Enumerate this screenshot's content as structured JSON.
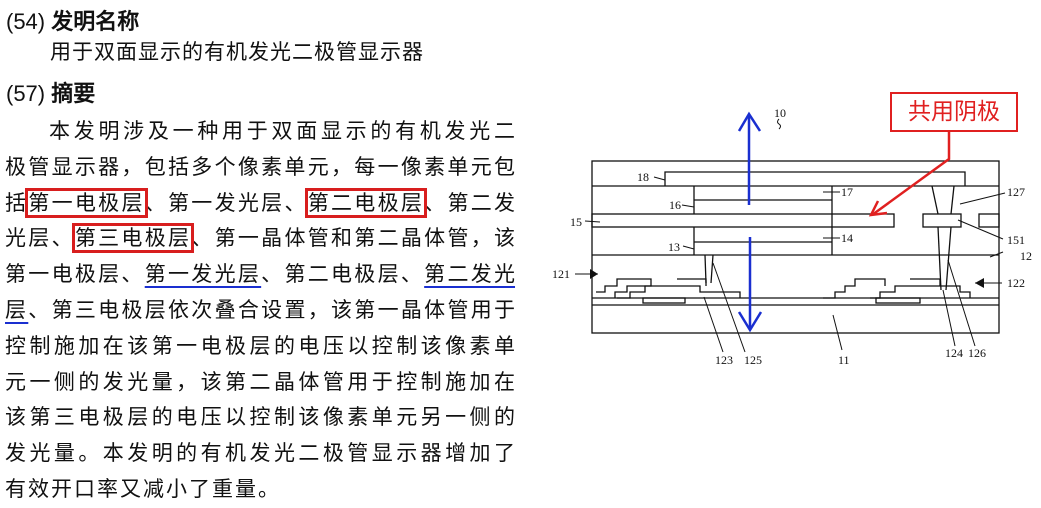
{
  "header54": {
    "num": "(54)",
    "label": "发明名称"
  },
  "title": "用于双面显示的有机发光二极管显示器",
  "header57": {
    "num": "(57)",
    "label": "摘要"
  },
  "abstract_lines": [
    [
      {
        "t": "本发明涉及一种用于双面显示的有机发光二"
      }
    ],
    [
      {
        "t": "极管显示器，包括多个像素单元，每一像素单元包"
      }
    ],
    [
      {
        "t": "括"
      },
      {
        "t": "第一电极层",
        "m": "box"
      },
      {
        "t": "、第一发光层、"
      },
      {
        "t": "第二电极层",
        "m": "box"
      },
      {
        "t": "、第二发"
      }
    ],
    [
      {
        "t": "光层、"
      },
      {
        "t": "第三电极层",
        "m": "box"
      },
      {
        "t": "、第一晶体管和第二晶体管，该"
      }
    ],
    [
      {
        "t": "第一电极层、"
      },
      {
        "t": "第一发光层",
        "m": "ul"
      },
      {
        "t": "、第二电极层、"
      },
      {
        "t": "第二发光",
        "m": "ul"
      }
    ],
    [
      {
        "t": "层",
        "m": "ul"
      },
      {
        "t": "、第三电极层依次叠合设置，该第一晶体管用于"
      }
    ],
    [
      {
        "t": "控制施加在该第一电极层的电压以控制该像素单"
      }
    ],
    [
      {
        "t": "元一侧的发光量，该第二晶体管用于控制施加在"
      }
    ],
    [
      {
        "t": "该第三电极层的电压以控制该像素单元另一侧的"
      }
    ],
    [
      {
        "t": "发光量。本发明的有机发光二极管显示器增加了"
      }
    ],
    [
      {
        "t": "有效开口率又减小了重量。"
      }
    ]
  ],
  "figure": {
    "callout": "共用阴极",
    "labels": {
      "l10": "10",
      "l18": "18",
      "l17": "17",
      "l16": "16",
      "l15": "15",
      "l14": "14",
      "l13": "13",
      "l121": "121",
      "l127": "127",
      "l151": "151",
      "l12": "12",
      "l122": "122",
      "l123": "123",
      "l125": "125",
      "l11": "11",
      "l124": "124",
      "l126": "126"
    },
    "colors": {
      "callout": "#e02020",
      "arrows": "#1a2fd0",
      "highlight_box": "#d81e1e",
      "underline": "#1a2fd0"
    }
  }
}
